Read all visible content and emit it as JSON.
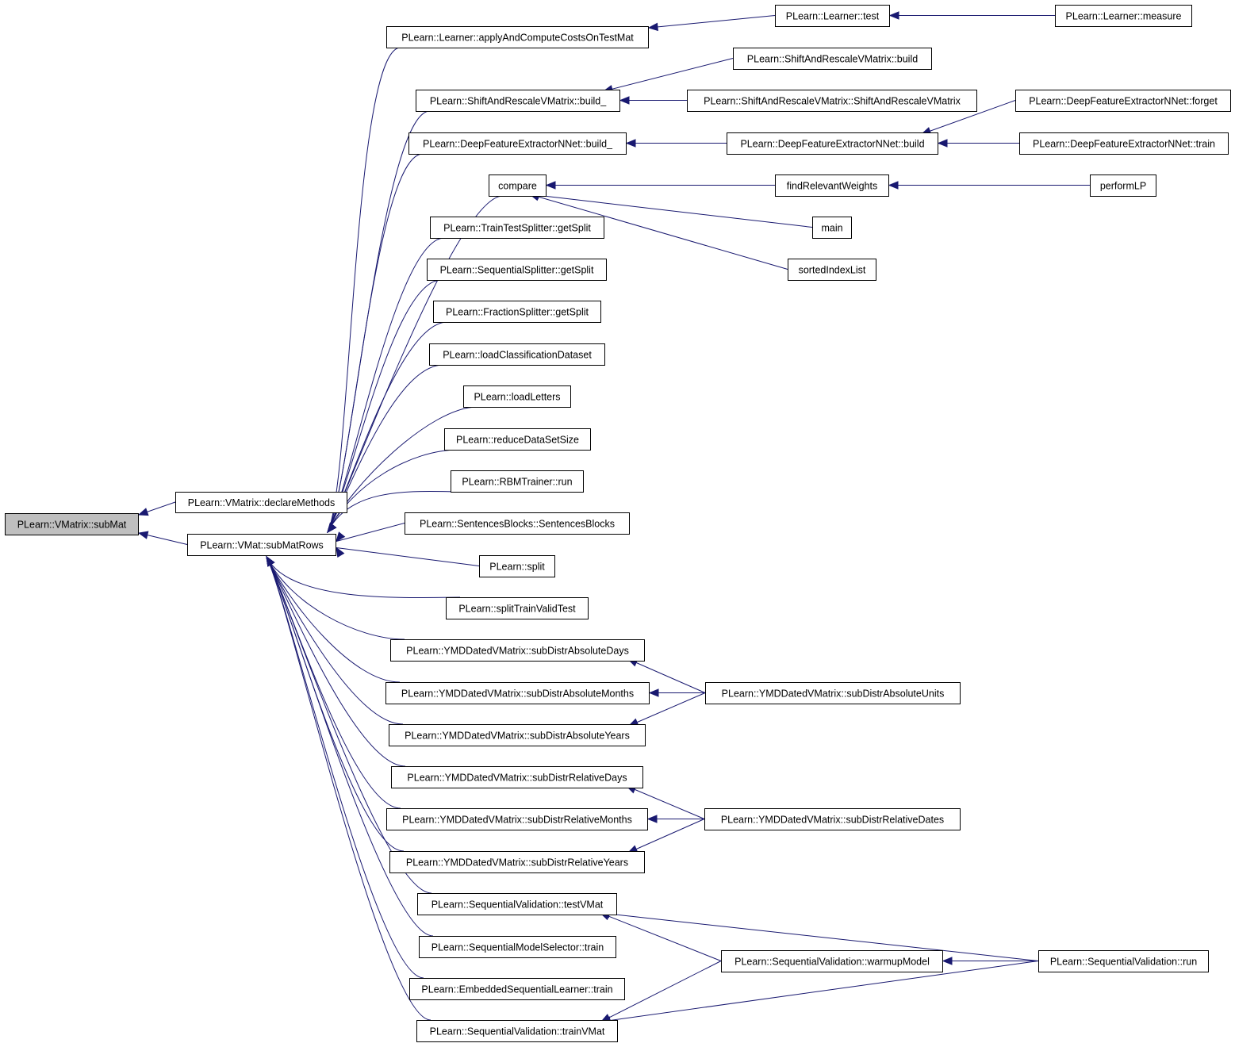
{
  "diagram": {
    "nodes": [
      {
        "id": "subMat",
        "label": "PLearn::VMatrix::subMat",
        "root": true
      },
      {
        "id": "declareMethods",
        "label": "PLearn::VMatrix::declareMethods"
      },
      {
        "id": "subMatRows",
        "label": "PLearn::VMat::subMatRows"
      },
      {
        "id": "applyAndCompute",
        "label": "PLearn::Learner::applyAndComputeCostsOnTestMat"
      },
      {
        "id": "learnerTest",
        "label": "PLearn::Learner::test"
      },
      {
        "id": "learnerMeasure",
        "label": "PLearn::Learner::measure"
      },
      {
        "id": "sarBuild",
        "label": "PLearn::ShiftAndRescaleVMatrix::build"
      },
      {
        "id": "sarBuild_",
        "label": "PLearn::ShiftAndRescaleVMatrix::build_"
      },
      {
        "id": "sarCtor",
        "label": "PLearn::ShiftAndRescaleVMatrix::ShiftAndRescaleVMatrix"
      },
      {
        "id": "dfeForget",
        "label": "PLearn::DeepFeatureExtractorNNet::forget"
      },
      {
        "id": "dfeBuild_",
        "label": "PLearn::DeepFeatureExtractorNNet::build_"
      },
      {
        "id": "dfeBuild",
        "label": "PLearn::DeepFeatureExtractorNNet::build"
      },
      {
        "id": "dfeTrain",
        "label": "PLearn::DeepFeatureExtractorNNet::train"
      },
      {
        "id": "compare",
        "label": "compare"
      },
      {
        "id": "findRelevantWeights",
        "label": "findRelevantWeights"
      },
      {
        "id": "performLP",
        "label": "performLP"
      },
      {
        "id": "main",
        "label": "main"
      },
      {
        "id": "sortedIndexList",
        "label": "sortedIndexList"
      },
      {
        "id": "ttsGetSplit",
        "label": "PLearn::TrainTestSplitter::getSplit"
      },
      {
        "id": "seqGetSplit",
        "label": "PLearn::SequentialSplitter::getSplit"
      },
      {
        "id": "fracGetSplit",
        "label": "PLearn::FractionSplitter::getSplit"
      },
      {
        "id": "loadClass",
        "label": "PLearn::loadClassificationDataset"
      },
      {
        "id": "loadLetters",
        "label": "PLearn::loadLetters"
      },
      {
        "id": "reduceDS",
        "label": "PLearn::reduceDataSetSize"
      },
      {
        "id": "rbmRun",
        "label": "PLearn::RBMTrainer::run"
      },
      {
        "id": "sentBlocks",
        "label": "PLearn::SentencesBlocks::SentencesBlocks"
      },
      {
        "id": "split",
        "label": "PLearn::split"
      },
      {
        "id": "splitTVT",
        "label": "PLearn::splitTrainValidTest"
      },
      {
        "id": "absDays",
        "label": "PLearn::YMDDatedVMatrix::subDistrAbsoluteDays"
      },
      {
        "id": "absMonths",
        "label": "PLearn::YMDDatedVMatrix::subDistrAbsoluteMonths"
      },
      {
        "id": "absUnits",
        "label": "PLearn::YMDDatedVMatrix::subDistrAbsoluteUnits"
      },
      {
        "id": "absYears",
        "label": "PLearn::YMDDatedVMatrix::subDistrAbsoluteYears"
      },
      {
        "id": "relDays",
        "label": "PLearn::YMDDatedVMatrix::subDistrRelativeDays"
      },
      {
        "id": "relMonths",
        "label": "PLearn::YMDDatedVMatrix::subDistrRelativeMonths"
      },
      {
        "id": "relDates",
        "label": "PLearn::YMDDatedVMatrix::subDistrRelativeDates"
      },
      {
        "id": "relYears",
        "label": "PLearn::YMDDatedVMatrix::subDistrRelativeYears"
      },
      {
        "id": "svTestVMat",
        "label": "PLearn::SequentialValidation::testVMat"
      },
      {
        "id": "smsTrain",
        "label": "PLearn::SequentialModelSelector::train"
      },
      {
        "id": "svWarmup",
        "label": "PLearn::SequentialValidation::warmupModel"
      },
      {
        "id": "svRun",
        "label": "PLearn::SequentialValidation::run"
      },
      {
        "id": "eslTrain",
        "label": "PLearn::EmbeddedSequentialLearner::train"
      },
      {
        "id": "svTrainVMat",
        "label": "PLearn::SequentialValidation::trainVMat"
      }
    ],
    "edges": [
      {
        "from": "declareMethods",
        "to": "subMat"
      },
      {
        "from": "subMatRows",
        "to": "subMat"
      },
      {
        "from": "applyAndCompute",
        "to": "subMatRows"
      },
      {
        "from": "sarBuild_",
        "to": "subMatRows"
      },
      {
        "from": "dfeBuild_",
        "to": "subMatRows"
      },
      {
        "from": "compare",
        "to": "subMatRows"
      },
      {
        "from": "ttsGetSplit",
        "to": "subMatRows"
      },
      {
        "from": "seqGetSplit",
        "to": "subMatRows"
      },
      {
        "from": "fracGetSplit",
        "to": "subMatRows"
      },
      {
        "from": "loadClass",
        "to": "subMatRows"
      },
      {
        "from": "loadLetters",
        "to": "subMatRows"
      },
      {
        "from": "reduceDS",
        "to": "subMatRows"
      },
      {
        "from": "rbmRun",
        "to": "subMatRows"
      },
      {
        "from": "sentBlocks",
        "to": "subMatRows"
      },
      {
        "from": "split",
        "to": "subMatRows"
      },
      {
        "from": "splitTVT",
        "to": "subMatRows"
      },
      {
        "from": "absDays",
        "to": "subMatRows"
      },
      {
        "from": "absMonths",
        "to": "subMatRows"
      },
      {
        "from": "absYears",
        "to": "subMatRows"
      },
      {
        "from": "relDays",
        "to": "subMatRows"
      },
      {
        "from": "relMonths",
        "to": "subMatRows"
      },
      {
        "from": "relYears",
        "to": "subMatRows"
      },
      {
        "from": "svTestVMat",
        "to": "subMatRows"
      },
      {
        "from": "smsTrain",
        "to": "subMatRows"
      },
      {
        "from": "eslTrain",
        "to": "subMatRows"
      },
      {
        "from": "svTrainVMat",
        "to": "subMatRows"
      },
      {
        "from": "learnerTest",
        "to": "applyAndCompute"
      },
      {
        "from": "learnerMeasure",
        "to": "learnerTest"
      },
      {
        "from": "sarBuild",
        "to": "sarBuild_"
      },
      {
        "from": "sarCtor",
        "to": "sarBuild_"
      },
      {
        "from": "dfeBuild",
        "to": "dfeBuild_"
      },
      {
        "from": "dfeForget",
        "to": "dfeBuild"
      },
      {
        "from": "dfeTrain",
        "to": "dfeBuild"
      },
      {
        "from": "findRelevantWeights",
        "to": "compare"
      },
      {
        "from": "main",
        "to": "compare"
      },
      {
        "from": "sortedIndexList",
        "to": "compare"
      },
      {
        "from": "performLP",
        "to": "findRelevantWeights"
      },
      {
        "from": "absUnits",
        "to": "absDays"
      },
      {
        "from": "absUnits",
        "to": "absMonths"
      },
      {
        "from": "absUnits",
        "to": "absYears"
      },
      {
        "from": "relDates",
        "to": "relDays"
      },
      {
        "from": "relDates",
        "to": "relMonths"
      },
      {
        "from": "relDates",
        "to": "relYears"
      },
      {
        "from": "svRun",
        "to": "svTestVMat"
      },
      {
        "from": "svWarmup",
        "to": "svTestVMat"
      },
      {
        "from": "svRun",
        "to": "svWarmup"
      },
      {
        "from": "svWarmup",
        "to": "svTrainVMat"
      },
      {
        "from": "svRun",
        "to": "svTrainVMat"
      }
    ],
    "colors": {
      "edge": "#191970",
      "root_fill": "#bfbfbf",
      "node_fill": "#ffffff",
      "node_border": "#000000"
    }
  }
}
